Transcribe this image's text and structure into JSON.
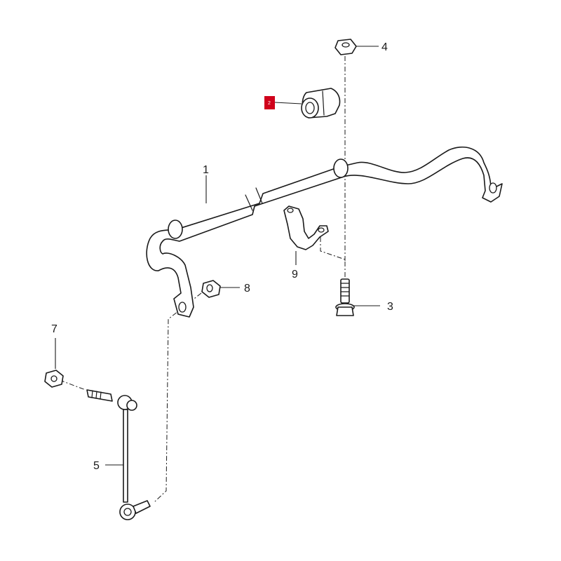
{
  "callouts": {
    "c1": "1",
    "c2": "2",
    "c3": "3",
    "c4": "4",
    "c5": "5",
    "c7": "7",
    "c8": "8",
    "c9": "9"
  },
  "colors": {
    "highlight": "#d0021b",
    "line": "#1a1a1a",
    "background": "#ffffff"
  }
}
